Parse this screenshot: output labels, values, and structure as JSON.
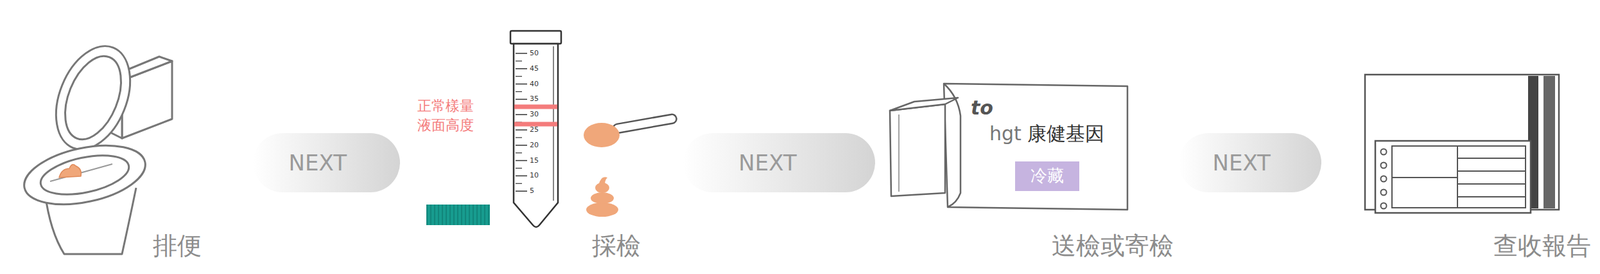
{
  "diagram": {
    "nodes": [
      {
        "text": [
          "排便"
        ]
      },
      {
        "text": [
          "採檢"
        ]
      },
      {
        "text": [
          "送檢或寄檢"
        ]
      },
      {
        "text": [
          "冷藏"
        ],
        "in": 2
      },
      {
        "text": [
          "查收報告"
        ]
      }
    ],
    "edges": [
      {
        "from": 0,
        "to": 1,
        "arrow": "none",
        "label": "NEXT"
      },
      {
        "from": 1,
        "to": 2,
        "arrow": "none",
        "label": "NEXT"
      },
      {
        "from": 2,
        "to": 4,
        "arrow": "none",
        "label": "NEXT"
      }
    ],
    "labels": [
      "正常樣量 液面高度",
      "50",
      "45",
      "40",
      "35",
      "30",
      "25",
      "20",
      "15",
      "10",
      "5",
      "to",
      "hgt",
      "康健基因"
    ]
  }
}
